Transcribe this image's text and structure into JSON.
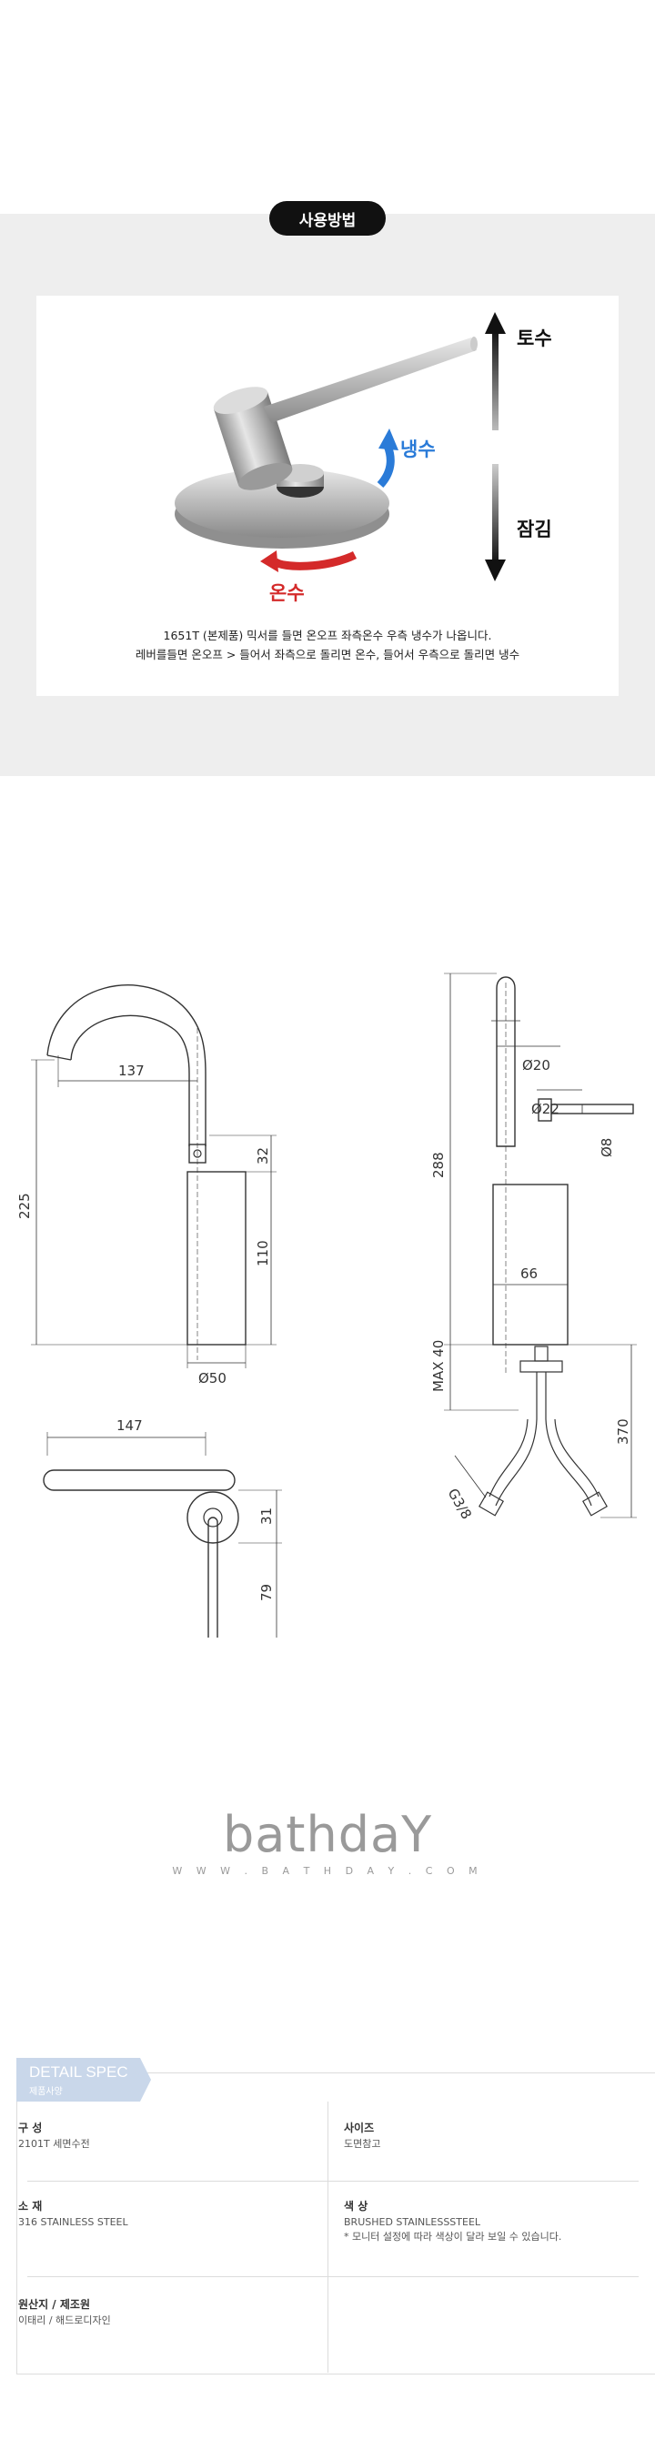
{
  "usage": {
    "title": "사용방법",
    "label_flow": "토수",
    "label_close": "잠김",
    "label_cold": "냉수",
    "label_hot": "온수",
    "desc_line1": "1651T (본제품) 믹서를 들면 온오프 좌측온수 우측 냉수가 나옵니다.",
    "desc_line2": "레버를들면 온오프 > 들어서 좌측으로 돌리면 온수, 들어서 우측으로 돌리면 냉수"
  },
  "drawing": {
    "dims": {
      "d137": "137",
      "d225": "225",
      "d32": "32",
      "d110": "110",
      "d50": "Ø50",
      "d288": "288",
      "d20": "Ø20",
      "d22": "Ø22",
      "d8": "Ø8",
      "d66": "66",
      "dmax40": "MAX 40",
      "d370": "370",
      "d147": "147",
      "d31": "31",
      "d79": "79",
      "dg38": "G3/8"
    }
  },
  "brand": {
    "name": "bathdaY",
    "url": "W W W . B A T H D A Y . C O M"
  },
  "spec": {
    "tab_en": "DETAIL SPEC",
    "tab_ko": "제품사양",
    "items": [
      {
        "label": "구 성",
        "value": "2101T 세면수전"
      },
      {
        "label": "사이즈",
        "value": "도면참고"
      },
      {
        "label": "소 재",
        "value": "316 STAINLESS STEEL"
      },
      {
        "label": "색 상",
        "value": "BRUSHED STAINLESSSTEEL",
        "note": "* 모니터 설정에 따라 색상이 달라 보일 수 있습니다."
      },
      {
        "label": "원산지 / 제조원",
        "value": "이태리 / 해드로디자인"
      }
    ]
  },
  "colors": {
    "accent_dark": "#111111",
    "cold": "#2a7bd8",
    "hot": "#d42a2a",
    "spec_tab": "#c9d7ea"
  }
}
